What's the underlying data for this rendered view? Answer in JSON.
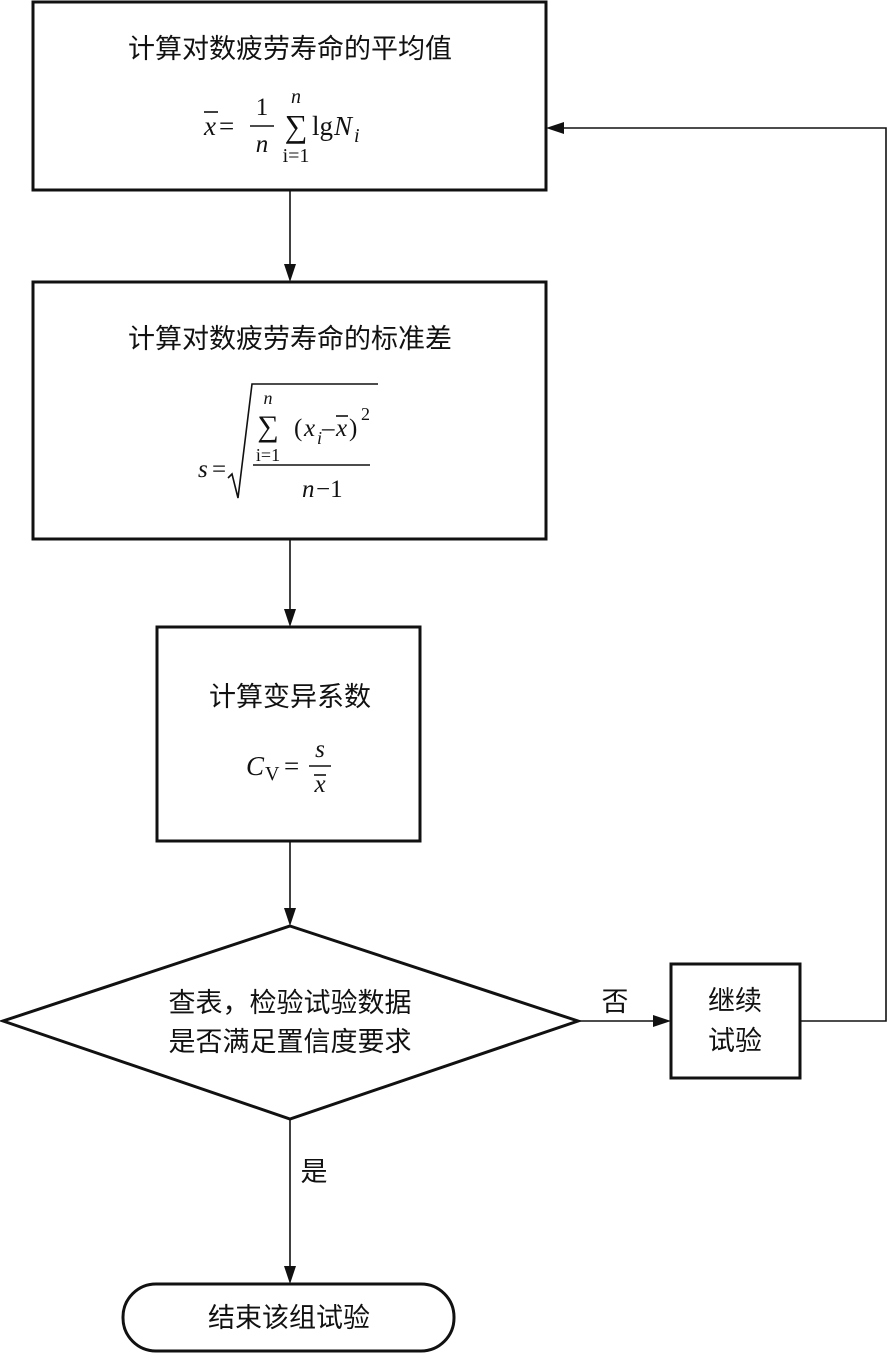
{
  "steps": {
    "mean": {
      "title": "计算对数疲劳寿命的平均值",
      "formula": {
        "lhs": "x",
        "equals": "=",
        "numerator": "1",
        "denominator": "n",
        "sum": "∑",
        "sum_upper": "n",
        "sum_lower": "i=1",
        "body": "lg",
        "body_var": "N",
        "body_sub": "i"
      }
    },
    "stddev": {
      "title": "计算对数疲劳寿命的标准差",
      "formula": {
        "lhs": "s",
        "equals": "=",
        "sum": "∑",
        "sum_upper": "n",
        "sum_lower": "i=1",
        "term_open": "(",
        "term_x": "x",
        "term_sub": "i",
        "term_minus": "–",
        "term_xbar": "x",
        "term_close": ")",
        "term_exp": "2",
        "den_n": "n",
        "den_rest": "−1"
      }
    },
    "cv": {
      "title": "计算变异系数",
      "formula": {
        "lhs": "C",
        "lhs_sub": "V",
        "equals": "=",
        "numerator": "s",
        "denominator": "x"
      }
    },
    "decision": {
      "line1": "查表，检验试验数据",
      "line2": "是否满足置信度要求"
    },
    "continue": {
      "line1": "继续",
      "line2": "试验"
    },
    "end": {
      "label": "结束该组试验"
    }
  },
  "edges": {
    "no_label": "否",
    "yes_label": "是"
  }
}
